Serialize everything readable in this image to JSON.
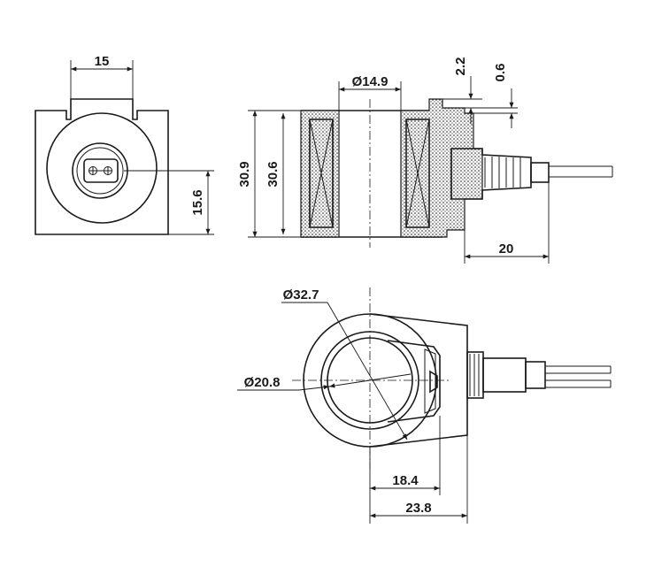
{
  "dimensions": {
    "front_width": "15",
    "front_center_height": "15.6",
    "bore_diameter": "Ø14.9",
    "height_outer": "30.9",
    "height_inner": "30.6",
    "flange_2_2": "2.2",
    "flange_0_6": "0.6",
    "connector_length": "20",
    "outer_diameter": "Ø32.7",
    "inner_diameter": "Ø20.8",
    "offset_18_4": "18.4",
    "offset_23_8": "23.8"
  },
  "colors": {
    "line": "#1a1a1a",
    "background": "#ffffff"
  }
}
